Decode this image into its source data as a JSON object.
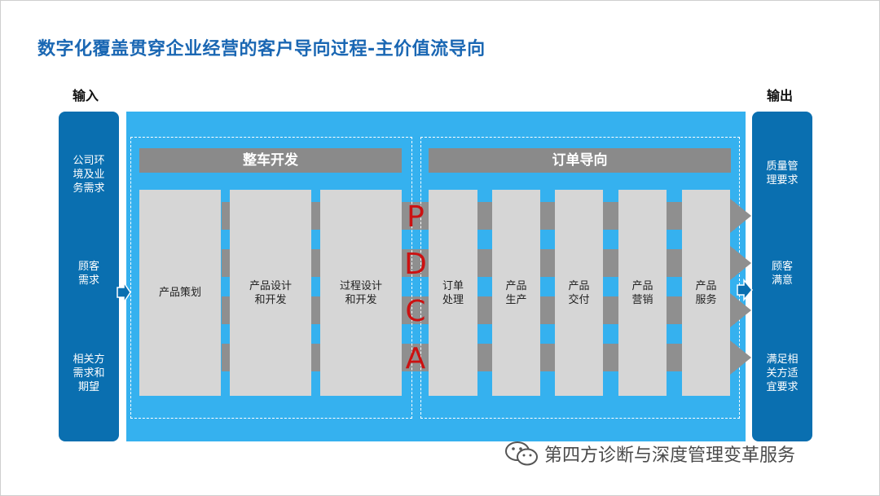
{
  "title": "数字化覆盖贯穿企业经营的客户导向过程-主价值流导向",
  "input": {
    "label": "输入",
    "items": [
      "公司环\n境及业\n务需求",
      "顾客\n需求",
      "相关方\n需求和\n期望"
    ]
  },
  "output": {
    "label": "输出",
    "items": [
      "质量管\n理要求",
      "顾客\n满意",
      "满足相\n关方适\n宜要求"
    ]
  },
  "sections": [
    {
      "title": "整车开发",
      "boxes": [
        "产品策划",
        "产品设计\n和开发",
        "过程设计\n和开发"
      ]
    },
    {
      "title": "订单导向",
      "boxes": [
        "订单\n处理",
        "产品\n生产",
        "产品\n交付",
        "产品\n营销",
        "产品\n服务"
      ]
    }
  ],
  "pdca": [
    "P",
    "D",
    "C",
    "A"
  ],
  "watermark": "第四方诊断与深度管理变革服务",
  "colors": {
    "title": "#1a67b3",
    "side_panel": "#0a6fb0",
    "main_bg": "#35b1ef",
    "box": "#d6d6d6",
    "stripe": "#8f8f8f",
    "pdca": "#cc1111"
  }
}
